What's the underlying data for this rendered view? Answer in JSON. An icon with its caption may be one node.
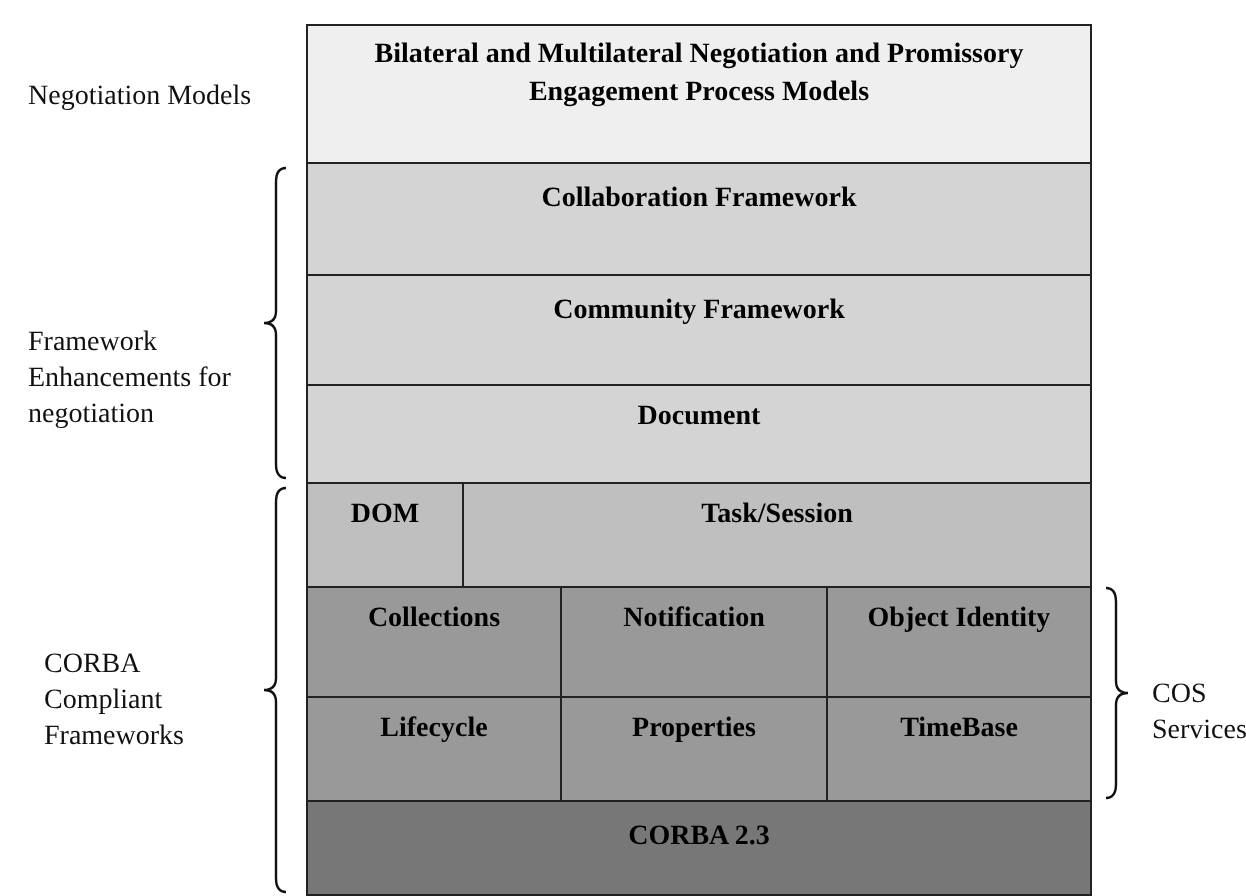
{
  "diagram": {
    "nodes": [
      {
        "text": [
          "Bilateral and Multilateral Negotiation and Promissory Engagement Process Models"
        ]
      },
      {
        "text": [
          "Collaboration Framework"
        ]
      },
      {
        "text": [
          "Community Framework"
        ]
      },
      {
        "text": [
          "Document"
        ]
      },
      {
        "text": [
          "DOM"
        ]
      },
      {
        "text": [
          "Task/Session"
        ]
      },
      {
        "text": [
          "Collections"
        ]
      },
      {
        "text": [
          "Notification"
        ]
      },
      {
        "text": [
          "Object Identity"
        ]
      },
      {
        "text": [
          "Lifecycle"
        ]
      },
      {
        "text": [
          "Properties"
        ]
      },
      {
        "text": [
          "TimeBase"
        ]
      },
      {
        "text": [
          "CORBA 2.3"
        ]
      }
    ],
    "labels": [
      "Negotiation Models",
      "Framework Enhancements for negotiation",
      "CORBA Compliant Frameworks",
      "COS Services"
    ]
  }
}
